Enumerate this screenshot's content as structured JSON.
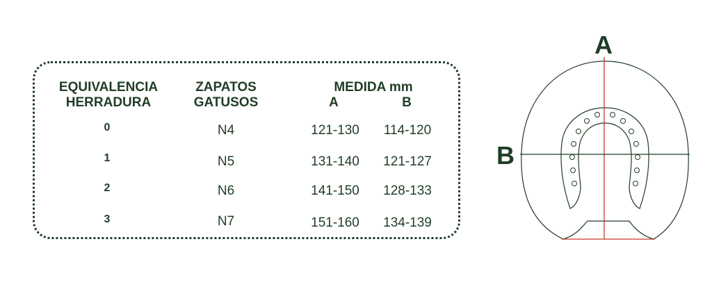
{
  "table": {
    "headers": {
      "equivalencia": "EQUIVALENCIA\nHERRADURA",
      "zapatos": "ZAPATOS\nGATUSOS",
      "medida": "MEDIDA mm",
      "col_a": "A",
      "col_b": "B"
    },
    "rows": [
      {
        "equivalencia": "0",
        "zapato": "N4",
        "a": "121-130",
        "b": "114-120"
      },
      {
        "equivalencia": "1",
        "zapato": "N5",
        "a": "131-140",
        "b": "121-127"
      },
      {
        "equivalencia": "2",
        "zapato": "N6",
        "a": "141-150",
        "b": "128-133"
      },
      {
        "equivalencia": "3",
        "zapato": "N7",
        "a": "151-160",
        "b": "134-139"
      }
    ]
  },
  "diagram": {
    "label_a": "A",
    "label_b": "B",
    "colors": {
      "outline": "#1f3d26",
      "measure_line": "#c0392b"
    }
  }
}
